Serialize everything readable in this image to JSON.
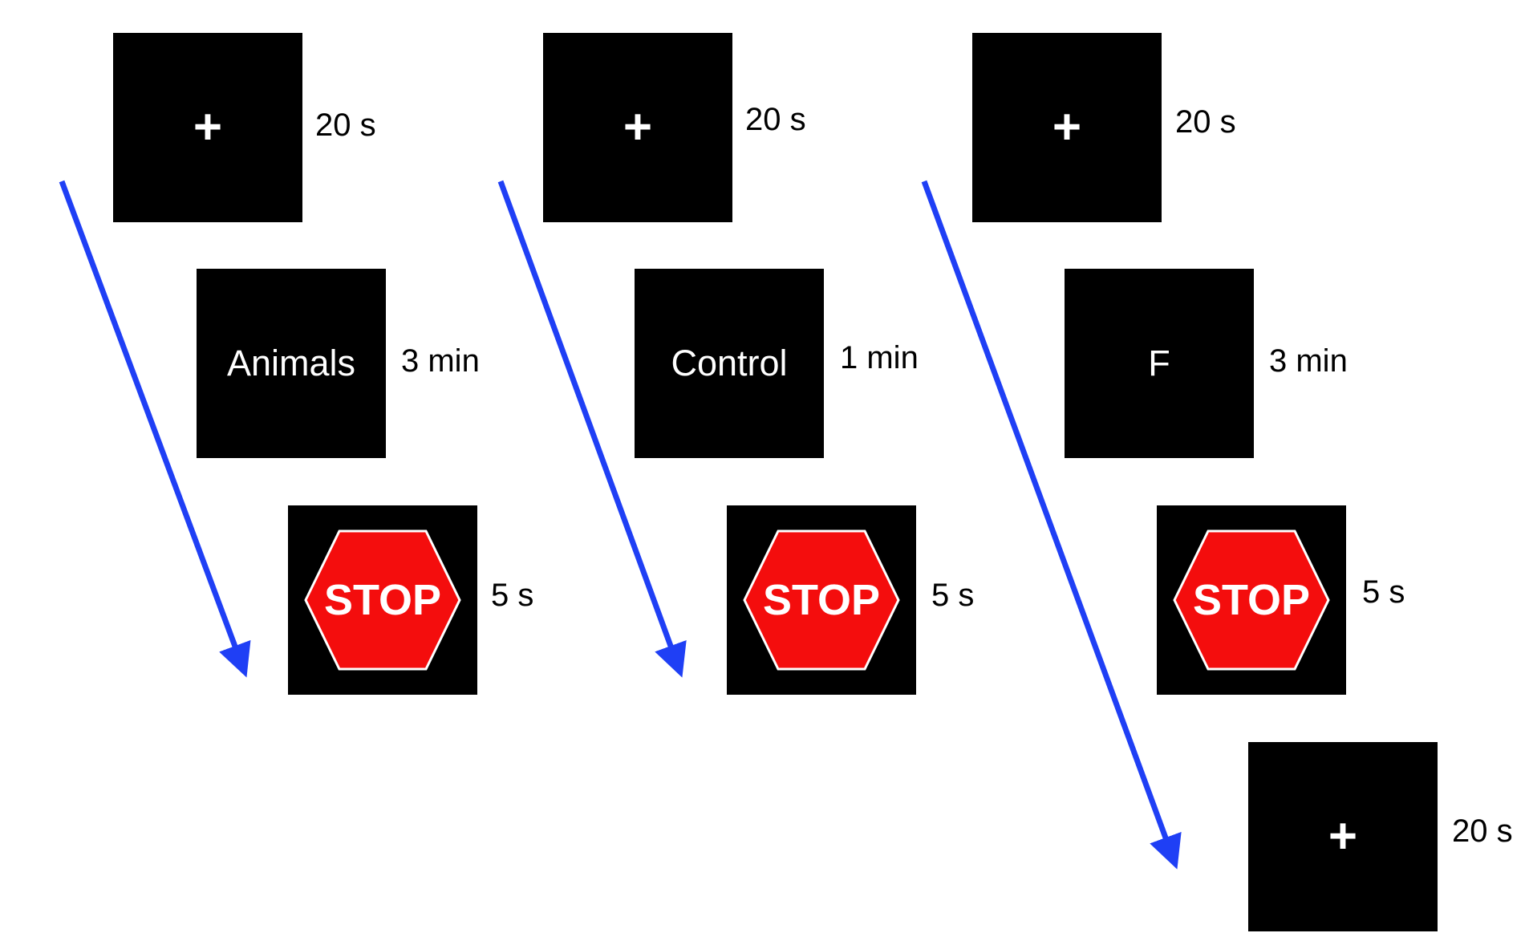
{
  "colors": {
    "screen_background": "#000000",
    "screen_text": "#ffffff",
    "arrow": "#1f3ff5",
    "stop_sign_fill": "#f40d0d",
    "stop_sign_border": "#ffffff"
  },
  "sequences": [
    {
      "fixation_1": {
        "symbol": "+",
        "duration": "20 s"
      },
      "task": {
        "label": "Animals",
        "duration": "3 min"
      },
      "stop": {
        "label": "STOP",
        "icon": "stop-sign-icon",
        "duration": "5 s"
      }
    },
    {
      "fixation_1": {
        "symbol": "+",
        "duration": "20 s"
      },
      "task": {
        "label": "Control",
        "duration": "1 min"
      },
      "stop": {
        "label": "STOP",
        "icon": "stop-sign-icon",
        "duration": "5 s"
      }
    },
    {
      "fixation_1": {
        "symbol": "+",
        "duration": "20 s"
      },
      "task": {
        "label": "F",
        "duration": "3 min"
      },
      "stop": {
        "label": "STOP",
        "icon": "stop-sign-icon",
        "duration": "5 s"
      },
      "fixation_2": {
        "symbol": "+",
        "duration": "20 s"
      }
    }
  ]
}
